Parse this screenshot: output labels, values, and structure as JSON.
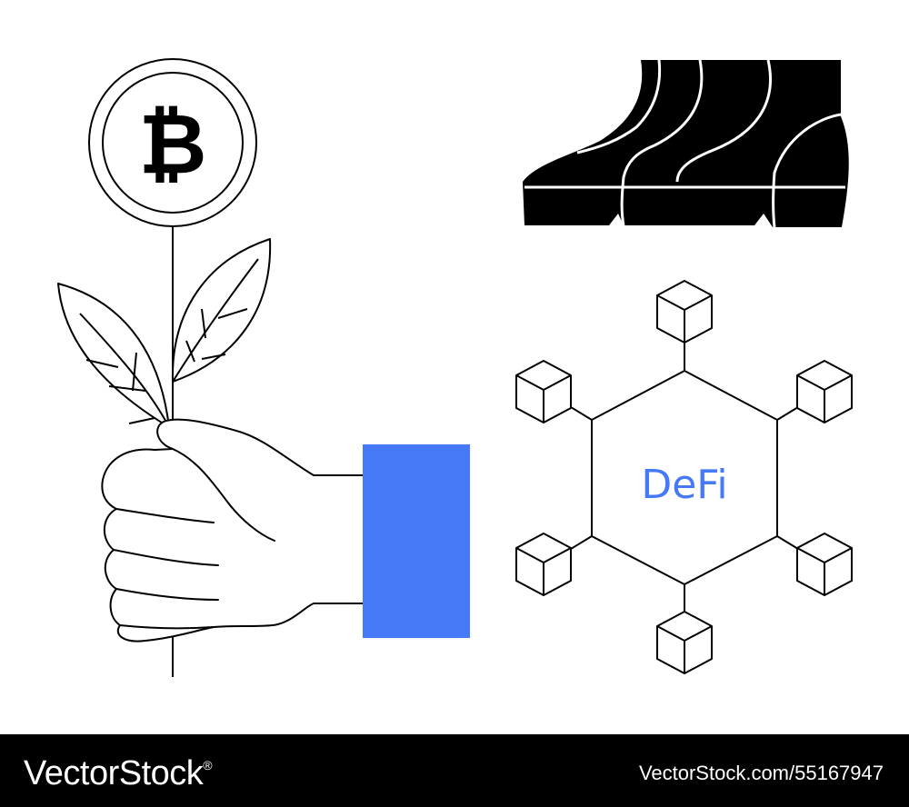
{
  "illustration": {
    "coin_symbol": "₿",
    "defi_label": "DeFi",
    "icons": [
      "bitcoin-coin-icon",
      "hand-holding-sprout-icon",
      "three-boots-icon",
      "defi-blockchain-network-icon"
    ]
  },
  "footer": {
    "brand": "VectorStock",
    "brand_mark": "®",
    "image_id": "VectorStock.com/55167947"
  },
  "colors": {
    "accent": "#4579f5",
    "ink": "#000000",
    "background": "#ffffff"
  }
}
